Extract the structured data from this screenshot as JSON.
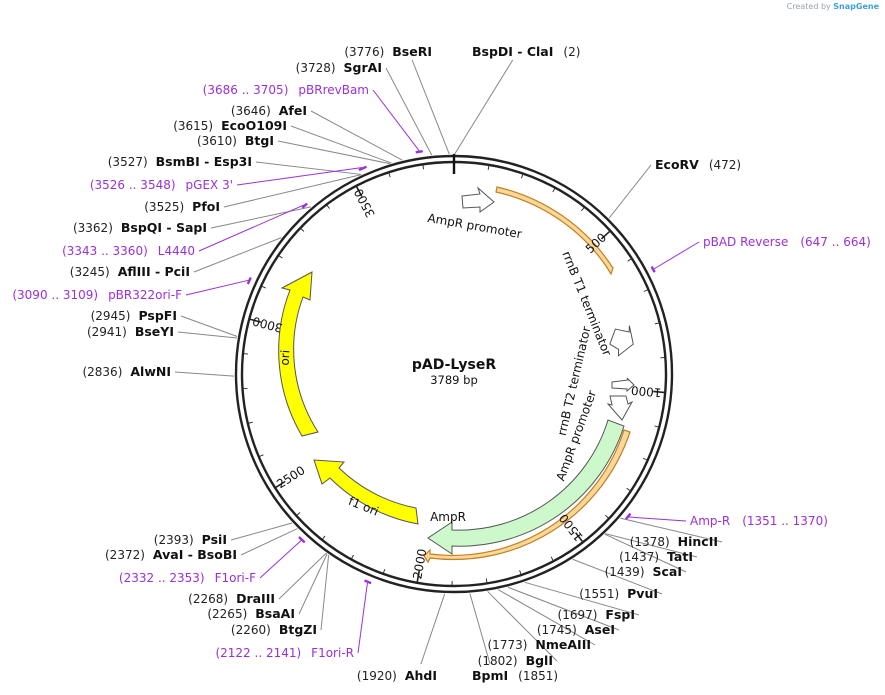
{
  "plasmid": {
    "name": "pAD-LyseR",
    "size_label": "3789 bp",
    "length": 3789
  },
  "credit": {
    "prefix": "Created by",
    "brand": "SnapGene"
  },
  "colors": {
    "backbone": "#222222",
    "primer": "#9b30d9",
    "ori": "#ffff00",
    "ampr": "#ccf8cc",
    "orange": "#f0a030",
    "arrow_outline": "#555555"
  },
  "ticks": [
    "500",
    "1000",
    "1500",
    "2000",
    "2500",
    "3000",
    "3500"
  ],
  "sites": [
    {
      "name": "BseRI",
      "pos": "(3776)",
      "bp": 3776
    },
    {
      "name": "BspDI - ClaI",
      "pos": "(2)",
      "bp": 2
    },
    {
      "name": "SgrAI",
      "pos": "(3728)",
      "bp": 3728
    },
    {
      "name": "AfeI",
      "pos": "(3646)",
      "bp": 3646
    },
    {
      "name": "EcoO109I",
      "pos": "(3615)",
      "bp": 3615
    },
    {
      "name": "BtgI",
      "pos": "(3610)",
      "bp": 3610
    },
    {
      "name": "BsmBI - Esp3I",
      "pos": "(3527)",
      "bp": 3527
    },
    {
      "name": "PfoI",
      "pos": "(3525)",
      "bp": 3525
    },
    {
      "name": "BspQI - SapI",
      "pos": "(3362)",
      "bp": 3362
    },
    {
      "name": "AflIII - PciI",
      "pos": "(3245)",
      "bp": 3245
    },
    {
      "name": "PspFI",
      "pos": "(2945)",
      "bp": 2945
    },
    {
      "name": "BseYI",
      "pos": "(2941)",
      "bp": 2941
    },
    {
      "name": "AlwNI",
      "pos": "(2836)",
      "bp": 2836
    },
    {
      "name": "PsiI",
      "pos": "(2393)",
      "bp": 2393
    },
    {
      "name": "AvaI - BsoBI",
      "pos": "(2372)",
      "bp": 2372
    },
    {
      "name": "DraIII",
      "pos": "(2268)",
      "bp": 2268
    },
    {
      "name": "BsaAI",
      "pos": "(2265)",
      "bp": 2265
    },
    {
      "name": "BtgZI",
      "pos": "(2260)",
      "bp": 2260
    },
    {
      "name": "AhdI",
      "pos": "(1920)",
      "bp": 1920
    },
    {
      "name": "BpmI",
      "pos": "(1851)",
      "bp": 1851
    },
    {
      "name": "BglI",
      "pos": "(1802)",
      "bp": 1802
    },
    {
      "name": "NmeAIII",
      "pos": "(1773)",
      "bp": 1773
    },
    {
      "name": "AseI",
      "pos": "(1745)",
      "bp": 1745
    },
    {
      "name": "FspI",
      "pos": "(1697)",
      "bp": 1697
    },
    {
      "name": "PvuI",
      "pos": "(1551)",
      "bp": 1551
    },
    {
      "name": "ScaI",
      "pos": "(1439)",
      "bp": 1439
    },
    {
      "name": "TatI",
      "pos": "(1437)",
      "bp": 1437
    },
    {
      "name": "HincII",
      "pos": "(1378)",
      "bp": 1378
    },
    {
      "name": "EcoRV",
      "pos": "(472)",
      "bp": 472
    }
  ],
  "primers": [
    {
      "name": "pBRrevBam",
      "range": "(3686 .. 3705)",
      "start": 3686,
      "end": 3705
    },
    {
      "name": "pGEX 3'",
      "range": "(3526 .. 3548)",
      "start": 3526,
      "end": 3548
    },
    {
      "name": "L4440",
      "range": "(3343 .. 3360)",
      "start": 3343,
      "end": 3360
    },
    {
      "name": "pBR322ori-F",
      "range": "(3090 .. 3109)",
      "start": 3090,
      "end": 3109
    },
    {
      "name": "F1ori-F",
      "range": "(2332 .. 2353)",
      "start": 2332,
      "end": 2353
    },
    {
      "name": "F1ori-R",
      "range": "(2122 .. 2141)",
      "start": 2122,
      "end": 2141
    },
    {
      "name": "pBAD Reverse",
      "range": "(647 .. 664)",
      "start": 647,
      "end": 664
    },
    {
      "name": "Amp-R",
      "range": "(1351 .. 1370)",
      "start": 1351,
      "end": 1370
    }
  ],
  "features": [
    {
      "name": "AmpR promoter",
      "label": "AmpR promoter"
    },
    {
      "name": "rrnB T1 terminator",
      "label": "rrnB T1 terminator"
    },
    {
      "name": "rrnB T2 terminator",
      "label": "rrnB T2 terminator"
    },
    {
      "name": "AmpR promoter 2",
      "label": "AmpR promoter"
    },
    {
      "name": "AmpR",
      "label": "AmpR"
    },
    {
      "name": "ori",
      "label": "ori"
    },
    {
      "name": "f1 ori",
      "label": "f1 ori"
    }
  ]
}
